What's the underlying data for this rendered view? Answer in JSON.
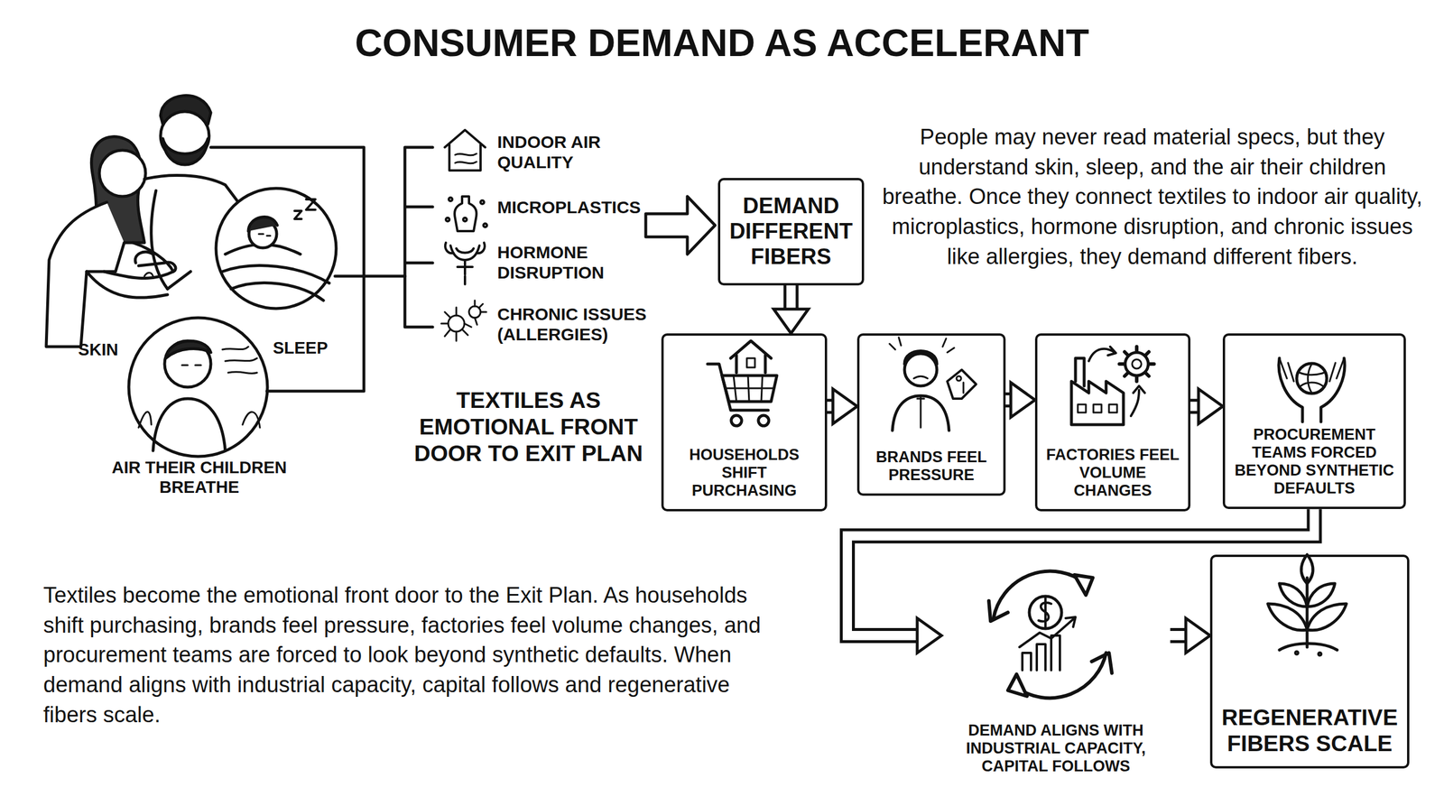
{
  "diagram": {
    "title": "CONSUMER DEMAND AS ACCELERANT",
    "nodes": [
      {
        "text": [
          "DEMAND DIFFERENT FIBERS"
        ]
      },
      {
        "text": [
          "HOUSEHOLDS SHIFT PURCHASING"
        ]
      },
      {
        "text": [
          "BRANDS FEEL PRESSURE"
        ]
      },
      {
        "text": [
          "FACTORIES FEEL VOLUME CHANGES"
        ]
      },
      {
        "text": [
          "PROCUREMENT TEAMS FORCED BEYOND SYNTHETIC DEFAULTS"
        ]
      },
      {
        "text": [
          "DEMAND ALIGNS WITH INDUSTRIAL CAPACITY, CAPITAL FOLLOWS"
        ]
      },
      {
        "text": [
          "REGENERATIVE FIBERS SCALE"
        ]
      }
    ],
    "edges": [
      {
        "from": 0,
        "to": 1,
        "arrow": "to"
      },
      {
        "from": 1,
        "to": 2,
        "arrow": "to"
      },
      {
        "from": 2,
        "to": 3,
        "arrow": "to"
      },
      {
        "from": 3,
        "to": 4,
        "arrow": "to"
      },
      {
        "from": 4,
        "to": 5,
        "arrow": "to"
      },
      {
        "from": 5,
        "to": 6,
        "arrow": "to"
      }
    ],
    "labels": [
      "SKIN",
      "SLEEP",
      "AIR THEIR CHILDREN BREATHE",
      "INDOOR AIR QUALITY",
      "MICROPLASTICS",
      "HORMONE DISRUPTION",
      "CHRONIC ISSUES (ALLERGIES)",
      "People may never read material specs, but they understand skin, sleep, and the air their children breathe. Once they connect textiles to indoor air quality, microplastics, hormone disruption, and chronic issues like allergies, they demand different fibers.",
      "TEXTILES AS EMOTIONAL FRONT DOOR TO EXIT PLAN",
      "Textiles become the emotional front door to the Exit Plan. As households shift purchasing, brands feel pressure, factories feel volume changes, and procurement teams are forced to look beyond synthetic defaults. When demand aligns with industrial capacity,  capital follows and regenerative fibers scale."
    ]
  }
}
